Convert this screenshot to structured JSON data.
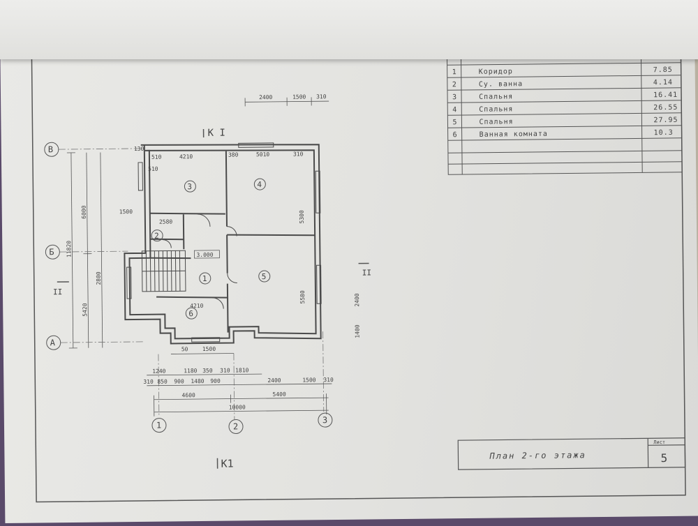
{
  "table": {
    "rows": [
      {
        "n": "1",
        "name": "Коридор",
        "area": "7.85"
      },
      {
        "n": "2",
        "name": "Су. ванна",
        "area": "4.14"
      },
      {
        "n": "3",
        "name": "Спальня",
        "area": "16.41"
      },
      {
        "n": "4",
        "name": "Спальня",
        "area": "26.55"
      },
      {
        "n": "5",
        "name": "Спальня",
        "area": "27.95"
      },
      {
        "n": "6",
        "name": "Ванная комната",
        "area": "10.3"
      }
    ]
  },
  "title_block": {
    "title": "План 2-го этажа",
    "sheet_label": "Лист",
    "sheet_num": "5"
  },
  "axes": {
    "a": "А",
    "b": "Б",
    "v": "В",
    "c1": "1",
    "c2": "2",
    "c3": "3"
  },
  "section_marks": {
    "k1": "К1",
    "k1_top": "К I",
    "k2": "II",
    "k2_left": "II"
  },
  "rooms": {
    "r1": "1",
    "r2": "2",
    "r3": "3",
    "r4": "4",
    "r5": "5",
    "r6": "6"
  },
  "level": "3.000",
  "dims_top": [
    "2400",
    "1500",
    "310"
  ],
  "dims_room": [
    "4210",
    "5010",
    "380",
    "510",
    "310",
    "130",
    "510"
  ],
  "dims_vertical_right": [
    "5300",
    "5580",
    "2400",
    "1400"
  ],
  "dims_left": [
    "11820",
    "6000",
    "5420",
    "2800",
    "1500"
  ],
  "dims_bottom": {
    "row1": [
      "1240",
      "1180",
      "350",
      "310",
      "1810"
    ],
    "row2": [
      "310",
      "850",
      "900",
      "1480",
      "900",
      "2400",
      "1500",
      "310"
    ],
    "row3": [
      "4600",
      "5400"
    ],
    "total": "10000",
    "misc": [
      "50",
      "1500",
      "4210",
      "2580"
    ]
  }
}
